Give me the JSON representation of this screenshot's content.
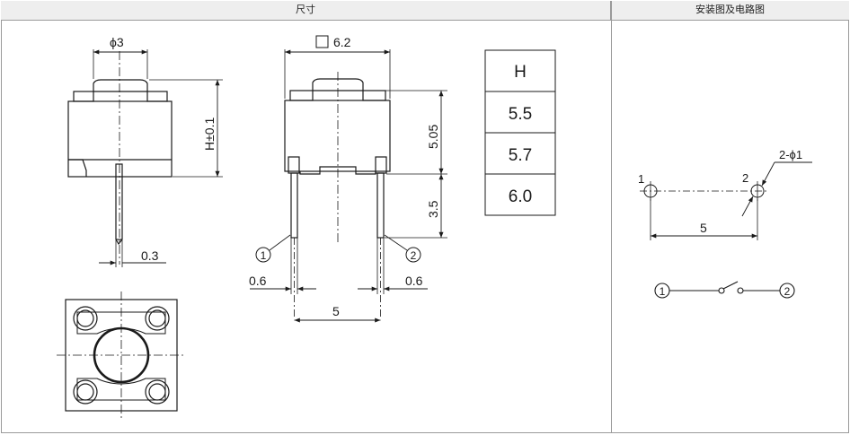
{
  "headers": {
    "dimensions": "尺寸",
    "installation": "安装图及电路图"
  },
  "side_view": {
    "diameter_label": "ϕ3",
    "height_label": "H±0.1",
    "pin_thickness_label": "0.3"
  },
  "front_view": {
    "body_label": "6.2",
    "upper_height_label": "5.05",
    "pin_length_label": "3.5",
    "pin_left_width_label": "0.6",
    "pin_right_width_label": "0.6",
    "pin_spacing_label": "5",
    "pin_1_label": "1",
    "pin_2_label": "2"
  },
  "height_table": {
    "header": "H",
    "values": [
      "5.5",
      "5.7",
      "6.0"
    ]
  },
  "installation": {
    "hole_1_label": "1",
    "hole_2_label": "2",
    "hole_diameter_label": "2-ϕ1",
    "hole_spacing_label": "5"
  },
  "circuit": {
    "terminal_1_label": "1",
    "terminal_2_label": "2"
  }
}
